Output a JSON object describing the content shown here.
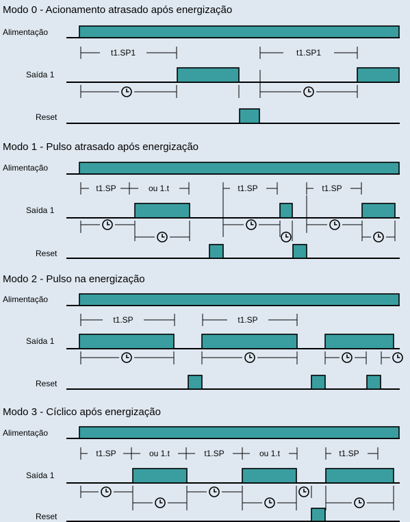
{
  "modes": [
    {
      "title": "Modo 0 - Acionamento atrasado após energização",
      "supply_label": "Alimentação",
      "output_label": "Saída 1",
      "reset_label": "Reset",
      "dims": [
        "t1.SP1",
        "t1.SP1"
      ]
    },
    {
      "title": "Modo 1 - Pulso atrasado após energização",
      "supply_label": "Alimentação",
      "output_label": "Saída 1",
      "reset_label": "Reset",
      "dims": [
        "t1.SP",
        "ou 1.t",
        "t1.SP",
        "t1.SP"
      ]
    },
    {
      "title": "Modo 2 - Pulso na energização",
      "supply_label": "Alimentação",
      "output_label": "Saída 1",
      "reset_label": "Reset",
      "dims": [
        "t1.SP",
        "t1.SP"
      ]
    },
    {
      "title": "Modo 3 - Cíclico após energização",
      "supply_label": "Alimentação",
      "output_label": "Saída 1",
      "reset_label": "Reset",
      "dims": [
        "t1.SP",
        "ou 1.t",
        "t1.SP",
        "ou 1.t",
        "t1.SP"
      ]
    }
  ],
  "icons": {
    "timer": "clock-icon"
  },
  "colors": {
    "background": "#dfe8f1",
    "signal": "#3a9ea0",
    "line": "#000000"
  }
}
